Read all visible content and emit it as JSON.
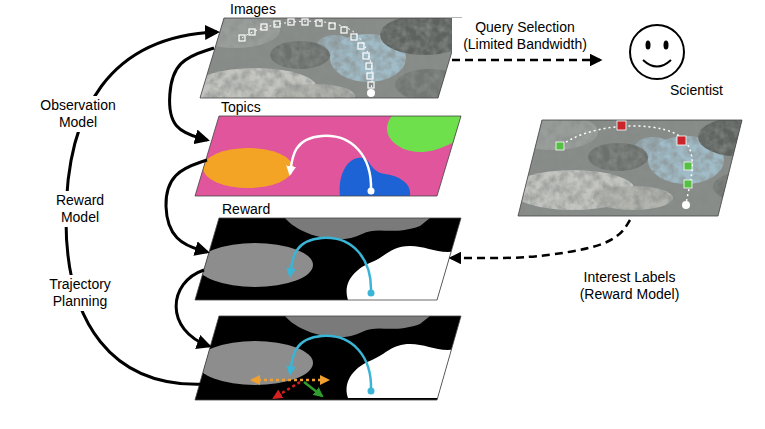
{
  "diagram": {
    "nodes": [
      {
        "text": [
          "Images"
        ]
      },
      {
        "text": [
          "Scientist"
        ]
      },
      {
        "text": [
          "Topics"
        ]
      },
      {
        "text": [
          "Reward"
        ]
      }
    ],
    "edges": [
      {
        "from": 0,
        "to": 2,
        "arrow": "to"
      },
      {
        "from": 2,
        "to": 3,
        "arrow": "to"
      },
      {
        "from": 0,
        "to": 1,
        "arrow": "to",
        "label": "Query Selection (Limited Bandwidth)"
      },
      {
        "from": 1,
        "to": 3,
        "arrow": "to",
        "label": "Interest Labels (Reward Model)"
      }
    ],
    "labels": [
      "Observation Model",
      "Reward Model",
      "Trajectory Planning"
    ]
  }
}
